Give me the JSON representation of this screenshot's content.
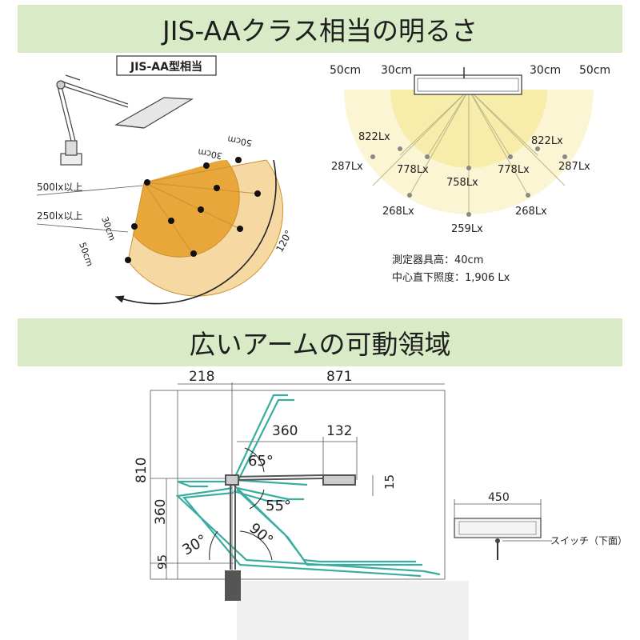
{
  "section1": {
    "title": "JIS-AAクラス相当の明るさ",
    "left_diagram": {
      "badge": "JIS-AA型相当",
      "legend_500": "500lx以上",
      "legend_250": "250lx以上",
      "radius_30": "30cm",
      "radius_50": "50cm",
      "angle": "120°",
      "colors": {
        "inner_zone": "#e9a63b",
        "outer_zone": "#f6d8a3"
      }
    },
    "right_diagram": {
      "dist_left_50": "50cm",
      "dist_left_30": "30cm",
      "dist_right_30": "30cm",
      "dist_right_50": "50cm",
      "lux": {
        "inner_left": "822Lx",
        "inner_right": "822Lx",
        "mid_left": "778Lx",
        "center": "758Lx",
        "mid_right": "778Lx",
        "outer_left_high": "287Lx",
        "outer_right_high": "287Lx",
        "outer_left_low": "268Lx",
        "outer_center": "259Lx",
        "outer_right_low": "268Lx"
      },
      "colors": {
        "inner_zone": "#f7eca9",
        "outer_zone": "#fbf5d3"
      }
    },
    "measure_height": "測定器具高：40cm",
    "center_lux": "中心直下照度：1,906 Lx"
  },
  "section2": {
    "title": "広いアームの可動領域",
    "dims": {
      "top_left": "218",
      "top_right": "871",
      "arm_upper": "360",
      "head": "132",
      "head_thickness": "15",
      "height_total": "810",
      "height_mid": "360",
      "height_base": "95",
      "angle_65": "65°",
      "angle_55": "55°",
      "angle_30": "30°",
      "angle_90": "90°",
      "head_width": "450"
    },
    "switch_label": "スイッチ（下面）",
    "colors": {
      "arm": "#3aada0"
    }
  }
}
